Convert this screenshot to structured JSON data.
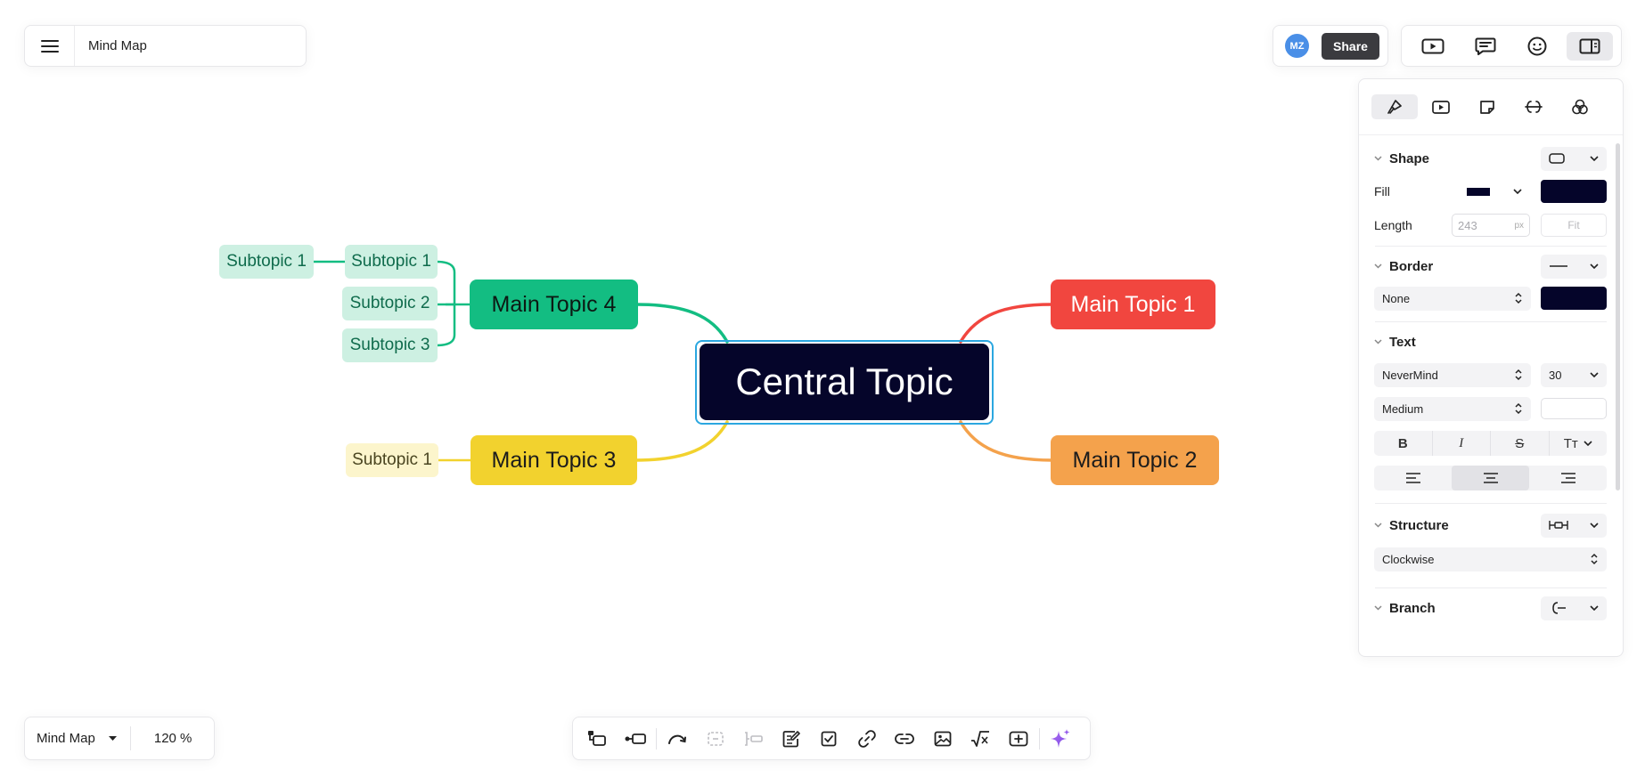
{
  "header": {
    "menu_icon": "hamburger-menu-icon",
    "document_title": "Mind Map",
    "avatar_initials": "MZ",
    "avatar_color": "#4a8fe7",
    "share_label": "Share",
    "view_buttons": [
      "presentation-icon",
      "outline-icon",
      "emoji-icon",
      "sidebar-panel-icon"
    ]
  },
  "canvas": {
    "central": {
      "label": "Central Topic",
      "fill": "#05052a",
      "selected": true
    },
    "main_topics": [
      {
        "label": "Main Topic 1",
        "color": "#f1463f"
      },
      {
        "label": "Main Topic 2",
        "color": "#f4a24c"
      },
      {
        "label": "Main Topic 3",
        "color": "#f2d22e"
      },
      {
        "label": "Main Topic 4",
        "color": "#13bd82"
      }
    ],
    "subtopics": {
      "topic4": [
        "Subtopic 1",
        "Subtopic 2",
        "Subtopic 3"
      ],
      "topic4_sub1_child": "Subtopic 1",
      "topic3": [
        "Subtopic 1"
      ]
    }
  },
  "panel": {
    "tabs": [
      "style-brush-icon",
      "slideshow-icon",
      "sticky-note-icon",
      "map-style-icon",
      "theme-icon"
    ],
    "shape": {
      "title": "Shape",
      "fill_label": "Fill",
      "fill_color": "#05052a",
      "length_label": "Length",
      "length_placeholder": "243",
      "length_unit": "px",
      "fit_label": "Fit"
    },
    "border": {
      "title": "Border",
      "style_value": "None",
      "color": "#05052a"
    },
    "text": {
      "title": "Text",
      "font": "NeverMind",
      "size": "30",
      "weight": "Medium",
      "format_buttons": [
        "B",
        "I",
        "S",
        "Tт"
      ],
      "alignment": [
        "left",
        "center",
        "right"
      ],
      "active_alignment": "center"
    },
    "structure": {
      "title": "Structure",
      "value": "Clockwise"
    },
    "branch": {
      "title": "Branch"
    }
  },
  "footer": {
    "mode_label": "Mind Map",
    "zoom": "120 %",
    "toolbar": [
      "insert-topic-icon",
      "insert-subtopic-icon",
      "relationship-icon",
      "boundary-icon",
      "summary-icon",
      "note-icon",
      "task-icon",
      "link-icon",
      "web-link-icon",
      "image-icon",
      "equation-icon",
      "attachment-icon",
      "ai-sparkle-icon"
    ]
  }
}
